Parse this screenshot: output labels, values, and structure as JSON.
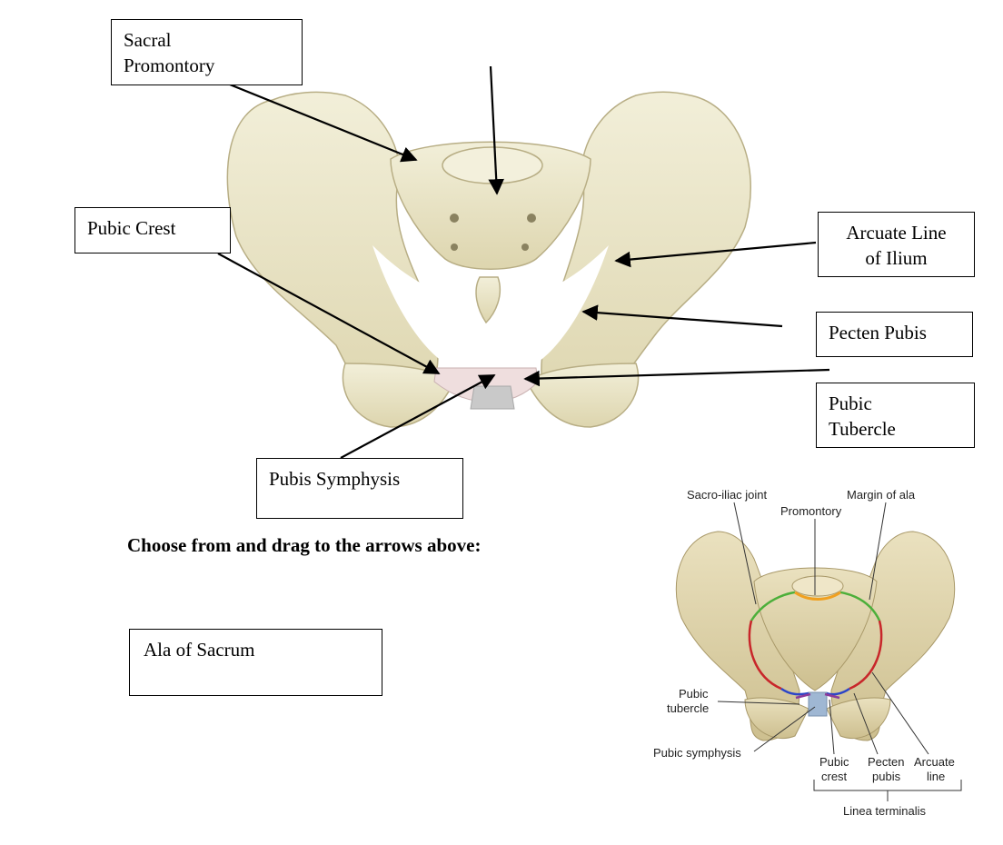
{
  "labels": {
    "sacral_promontory": "Sacral\nPromontory",
    "pubic_crest": "Pubic Crest",
    "arcuate_line": "Arcuate Line\nof Ilium",
    "pecten_pubis": "Pecten Pubis",
    "pubic_tubercle": "Pubic\nTubercle",
    "pubis_symphysis": "Pubis Symphysis",
    "ala_of_sacrum": "Ala of Sacrum"
  },
  "instruction": "Choose from and drag to the arrows above:",
  "reference": {
    "sacro_iliac_joint": "Sacro-iliac joint",
    "promontory": "Promontory",
    "margin_of_ala": "Margin of ala",
    "pubic_tubercle_line1": "Pubic",
    "pubic_tubercle_line2": "tubercle",
    "pubic_symphysis": "Pubic symphysis",
    "pubic_crest_line1": "Pubic",
    "pubic_crest_line2": "crest",
    "pecten_pubis_line1": "Pecten",
    "pecten_pubis_line2": "pubis",
    "arcuate_line_line1": "Arcuate",
    "arcuate_line_line2": "line",
    "linea_terminalis": "Linea terminalis"
  },
  "colors": {
    "bone": "#ece8cc",
    "bone_shadow": "#c9c19a",
    "symphysis": "#efdede",
    "ref_green": "#4caf3a",
    "ref_orange": "#f0a020",
    "ref_red": "#c8262a",
    "ref_blue": "#2c45c8",
    "ref_purple": "#8a3a9a"
  }
}
